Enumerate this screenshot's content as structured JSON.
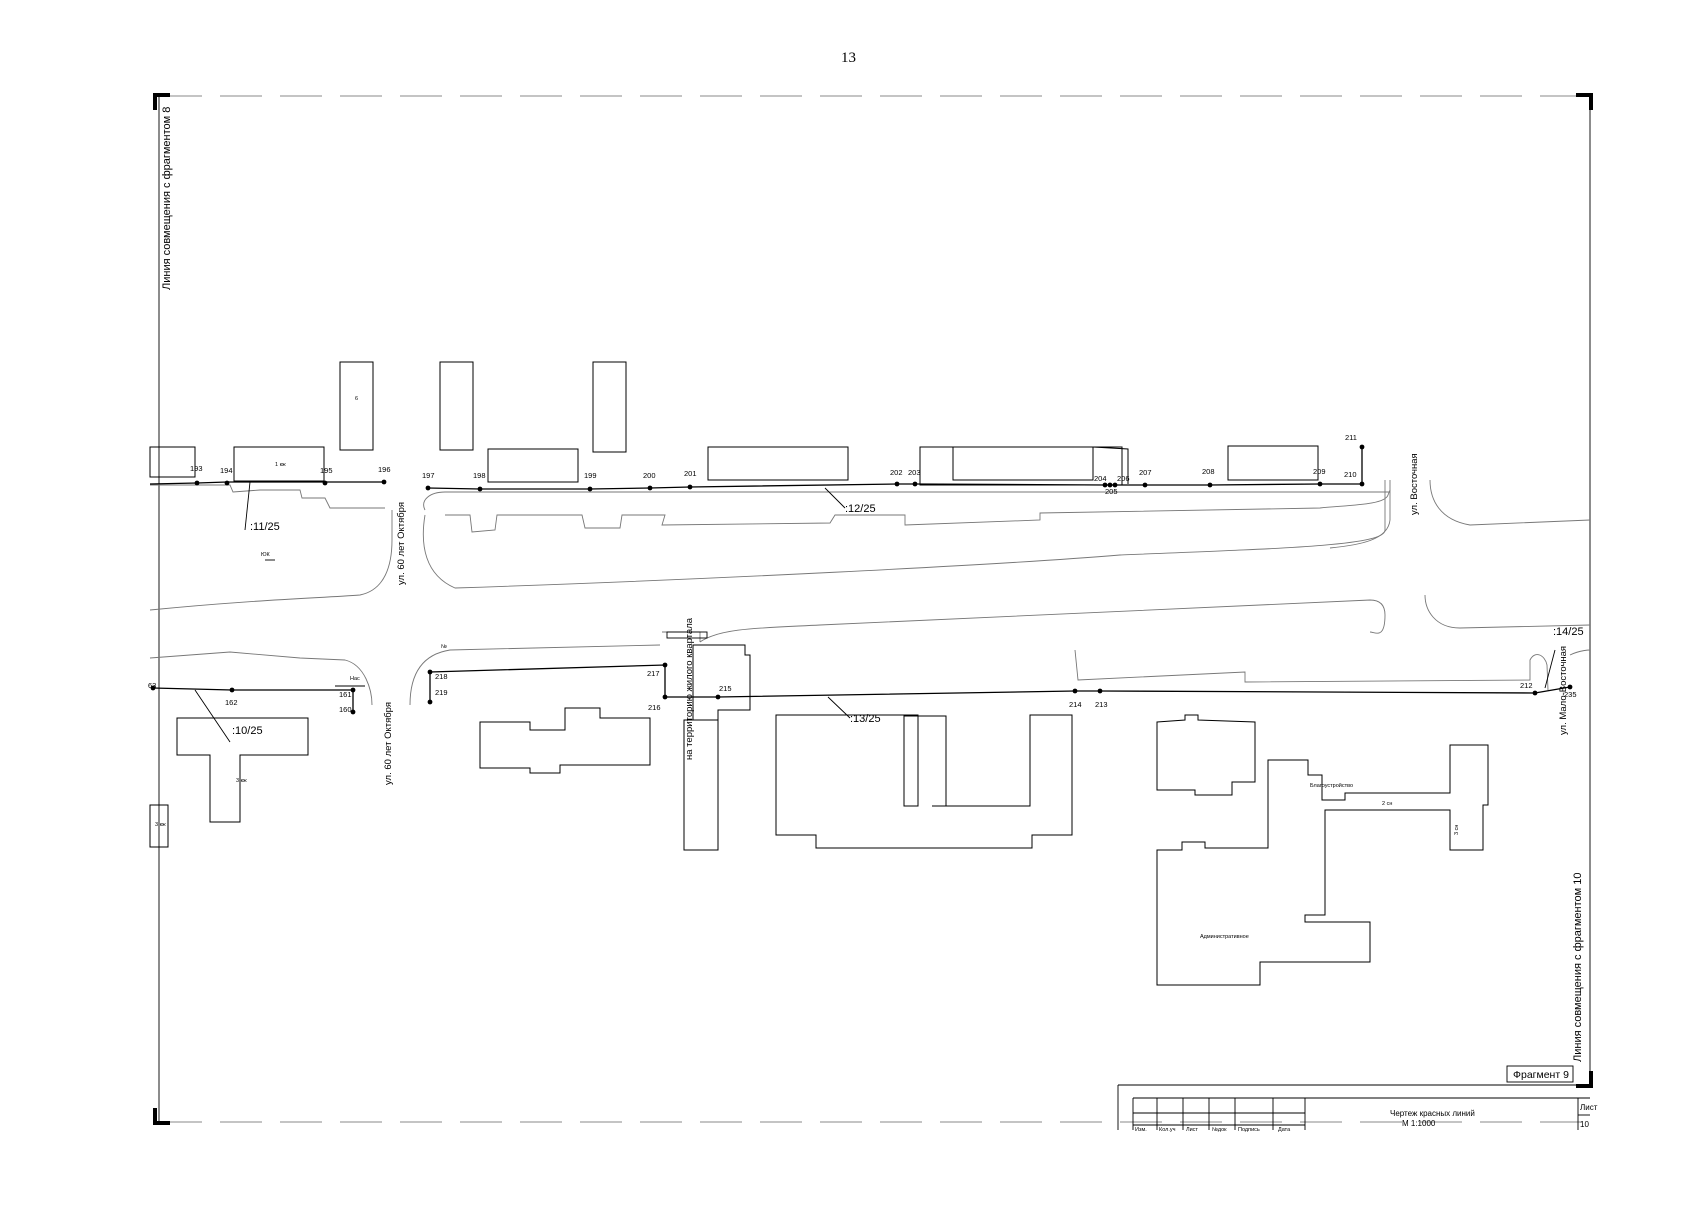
{
  "page": {
    "number": "13"
  },
  "sheet": {
    "match_line_left": "Линия совмещения с фрагментом 8",
    "match_line_right": "Линия совмещения с фрагментом 10",
    "fragment_label": "Фрагмент 9"
  },
  "streets": {
    "october_north": "ул. 60 лет Октября",
    "october_south": "ул. 60 лет Октября",
    "vostochnaya": "ул. Восточная",
    "malo_vostochnaya": "ул. Мало-Восточная",
    "passage": "на территорию жилого квартала"
  },
  "parcels": {
    "p11": ":11/25",
    "p12": ":12/25",
    "p10": ":10/25",
    "p13": ":13/25",
    "p14": ":14/25"
  },
  "points": {
    "p161": "161",
    "p160": "160",
    "p162": "162",
    "p63": "63",
    "p193": "193",
    "p194": "194",
    "p195": "195",
    "p196": "196",
    "p197": "197",
    "p198": "198",
    "p199": "199",
    "p200": "200",
    "p201": "201",
    "p202": "202",
    "p203": "203",
    "p204": "204",
    "p205": "205",
    "p206": "206",
    "p207": "207",
    "p208": "208",
    "p209": "209",
    "p210": "210",
    "p211": "211",
    "p212": "212",
    "p213": "213",
    "p214": "214",
    "p215": "215",
    "p216": "216",
    "p217": "217",
    "p218": "218",
    "p219": "219",
    "p235": "235"
  },
  "buildings": {
    "b1": "1 кж",
    "b2": "3 кж",
    "b3": "3 кж",
    "b4": "2 сн",
    "b5": "3 сн"
  },
  "title_block": {
    "title": "Чертеж красных линий",
    "scale": "М 1:1000",
    "sheet_label": "Лист",
    "sheet_number": "10",
    "cols": [
      "Изм.",
      "Кол.уч",
      "Лист",
      "№док",
      "Подпись",
      "Дата"
    ]
  }
}
